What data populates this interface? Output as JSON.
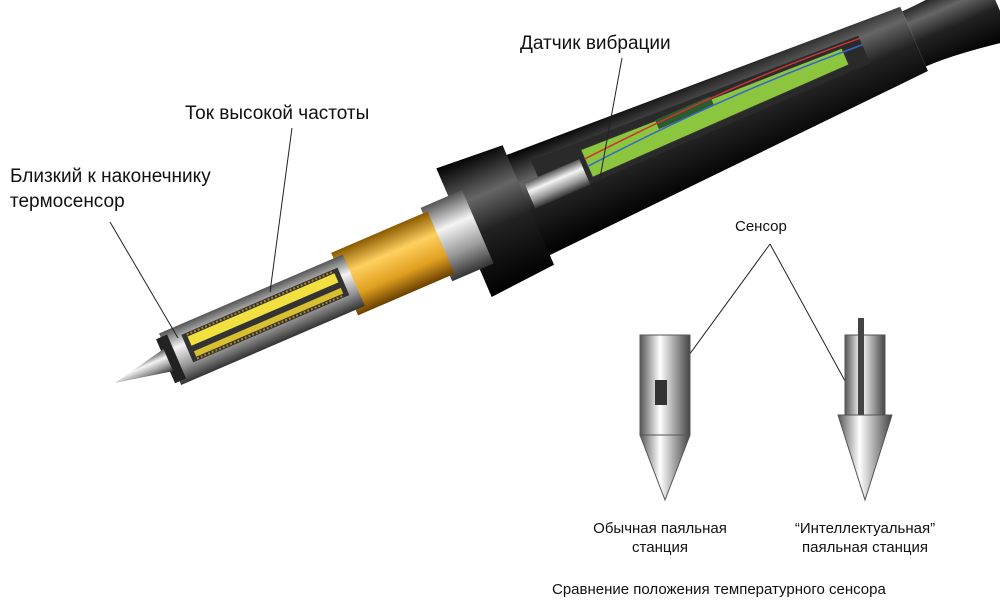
{
  "labels": {
    "vibration_sensor": "Датчик вибрации",
    "hf_current": "Ток высокой частоты",
    "tip_sensor_line1": "Близкий к наконечнику",
    "tip_sensor_line2": "термосенсор",
    "sensor": "Сенсор",
    "ordinary_line1": "Обычная паяльная",
    "ordinary_line2": "станция",
    "smart_line1": "“Интеллектуальная”",
    "smart_line2": "паяльная станция",
    "caption": "Сравнение положения температурного сенсора"
  },
  "colors": {
    "gold": "#e0a020",
    "handle": "#1a1a1a",
    "pcb": "#8cc63f"
  }
}
